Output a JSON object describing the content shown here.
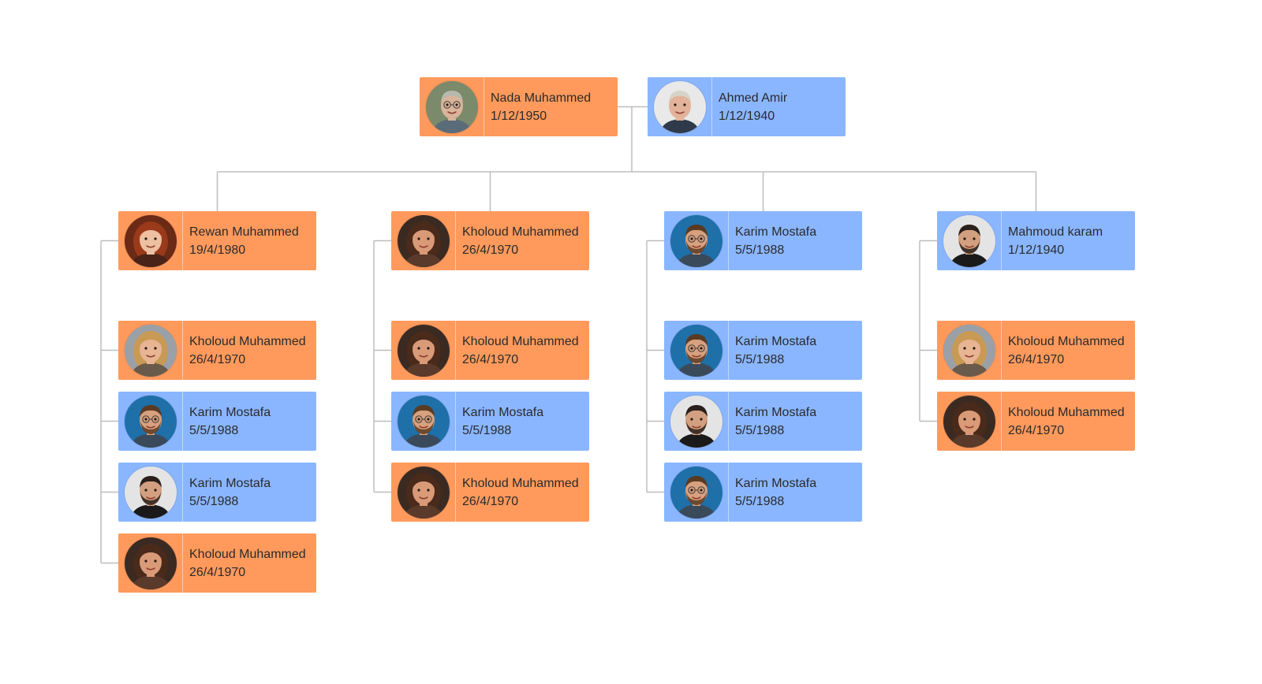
{
  "colors": {
    "female": "#FF9A5C",
    "male": "#8AB6FF",
    "connector": "#BDBDBD"
  },
  "couple": [
    {
      "name": "Nada Muhammed",
      "date": "1/12/1950",
      "gender": "female",
      "avatar": "elderly-woman-glasses"
    },
    {
      "name": "Ahmed Amir",
      "date": "1/12/1940",
      "gender": "male",
      "avatar": "elderly-man"
    }
  ],
  "branches": [
    {
      "head": {
        "name": "Rewan Muhammed",
        "date": "19/4/1980",
        "gender": "female",
        "avatar": "redhair-woman"
      },
      "children": [
        {
          "name": "Kholoud Muhammed",
          "date": "26/4/1970",
          "gender": "female",
          "avatar": "blonde-woman"
        },
        {
          "name": "Karim Mostafa",
          "date": "5/5/1988",
          "gender": "male",
          "avatar": "bearded-man-glasses"
        },
        {
          "name": "Karim Mostafa",
          "date": "5/5/1988",
          "gender": "male",
          "avatar": "dark-hair-man"
        },
        {
          "name": "Kholoud Muhammed",
          "date": "26/4/1970",
          "gender": "female",
          "avatar": "smiling-woman"
        }
      ]
    },
    {
      "head": {
        "name": "Kholoud Muhammed",
        "date": "26/4/1970",
        "gender": "female",
        "avatar": "smiling-woman"
      },
      "children": [
        {
          "name": "Kholoud Muhammed",
          "date": "26/4/1970",
          "gender": "female",
          "avatar": "smiling-woman"
        },
        {
          "name": "Karim Mostafa",
          "date": "5/5/1988",
          "gender": "male",
          "avatar": "bearded-man-glasses"
        },
        {
          "name": "Kholoud Muhammed",
          "date": "26/4/1970",
          "gender": "female",
          "avatar": "smiling-woman"
        }
      ]
    },
    {
      "head": {
        "name": "Karim Mostafa",
        "date": "5/5/1988",
        "gender": "male",
        "avatar": "bearded-man-glasses"
      },
      "children": [
        {
          "name": "Karim Mostafa",
          "date": "5/5/1988",
          "gender": "male",
          "avatar": "bearded-man-glasses"
        },
        {
          "name": "Karim Mostafa",
          "date": "5/5/1988",
          "gender": "male",
          "avatar": "dark-hair-man"
        },
        {
          "name": "Karim Mostafa",
          "date": "5/5/1988",
          "gender": "male",
          "avatar": "bearded-man-glasses"
        }
      ]
    },
    {
      "head": {
        "name": "Mahmoud karam",
        "date": "1/12/1940",
        "gender": "male",
        "avatar": "dark-hair-man"
      },
      "children": [
        {
          "name": "Kholoud Muhammed",
          "date": "26/4/1970",
          "gender": "female",
          "avatar": "blonde-woman"
        },
        {
          "name": "Kholoud Muhammed",
          "date": "26/4/1970",
          "gender": "female",
          "avatar": "smiling-woman"
        }
      ]
    }
  ]
}
